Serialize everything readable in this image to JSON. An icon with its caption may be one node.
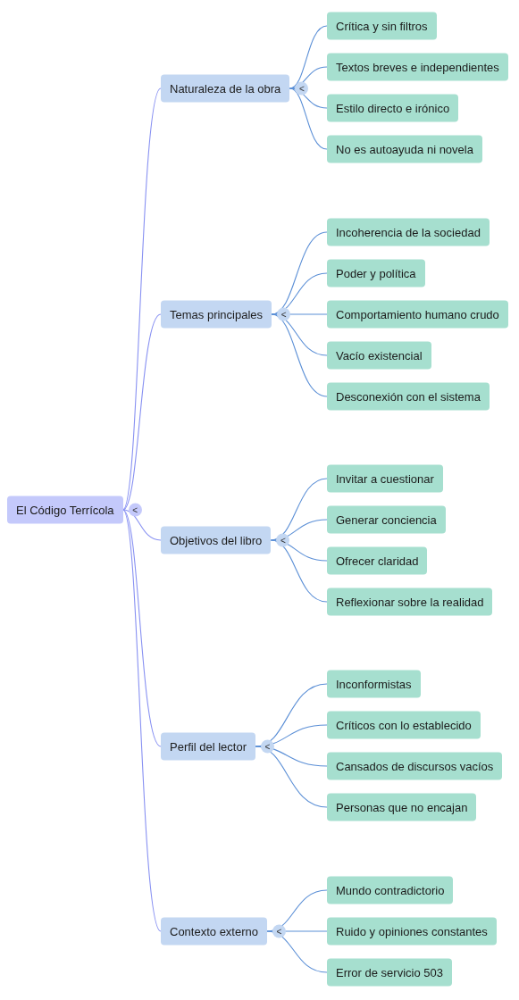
{
  "diagram": {
    "nodes": [
      {
        "text": [
          "El Código Terrícola"
        ],
        "beside": [
          "<"
        ]
      },
      {
        "text": [
          "Naturaleza de la obra"
        ],
        "beside": [
          "<"
        ]
      },
      {
        "text": [
          "Crítica y sin filtros"
        ]
      },
      {
        "text": [
          "Textos breves e independientes"
        ]
      },
      {
        "text": [
          "Estilo directo e irónico"
        ]
      },
      {
        "text": [
          "No es autoayuda ni novela"
        ]
      },
      {
        "text": [
          "Temas principales"
        ],
        "beside": [
          "<"
        ]
      },
      {
        "text": [
          "Incoherencia de la sociedad"
        ]
      },
      {
        "text": [
          "Poder y política"
        ]
      },
      {
        "text": [
          "Comportamiento humano crudo"
        ]
      },
      {
        "text": [
          "Vacío existencial"
        ]
      },
      {
        "text": [
          "Desconexión con el sistema"
        ]
      },
      {
        "text": [
          "Objetivos del libro"
        ],
        "beside": [
          "<"
        ]
      },
      {
        "text": [
          "Invitar a cuestionar"
        ]
      },
      {
        "text": [
          "Generar conciencia"
        ]
      },
      {
        "text": [
          "Ofrecer claridad"
        ]
      },
      {
        "text": [
          "Reflexionar sobre la realidad"
        ]
      },
      {
        "text": [
          "Perfil del lector"
        ],
        "beside": [
          "<"
        ]
      },
      {
        "text": [
          "Inconformistas"
        ]
      },
      {
        "text": [
          "Críticos con lo establecido"
        ]
      },
      {
        "text": [
          "Cansados de discursos vacíos"
        ]
      },
      {
        "text": [
          "Personas que no encajan"
        ]
      },
      {
        "text": [
          "Contexto externo"
        ],
        "beside": [
          "<"
        ]
      },
      {
        "text": [
          "Mundo contradictorio"
        ]
      },
      {
        "text": [
          "Ruido y opiniones constantes"
        ]
      },
      {
        "text": [
          "Error de servicio 503"
        ]
      }
    ],
    "edges": [
      {
        "from": 0,
        "to": 1,
        "arrow": "none",
        "color": "#8891f2"
      },
      {
        "from": 0,
        "to": 6,
        "arrow": "none",
        "color": "#8891f2"
      },
      {
        "from": 0,
        "to": 12,
        "arrow": "none",
        "color": "#8891f2"
      },
      {
        "from": 0,
        "to": 17,
        "arrow": "none",
        "color": "#8891f2"
      },
      {
        "from": 0,
        "to": 22,
        "arrow": "none",
        "color": "#8891f2"
      },
      {
        "from": 1,
        "to": 2,
        "arrow": "none"
      },
      {
        "from": 1,
        "to": 3,
        "arrow": "none"
      },
      {
        "from": 1,
        "to": 4,
        "arrow": "none"
      },
      {
        "from": 1,
        "to": 5,
        "arrow": "none"
      },
      {
        "from": 6,
        "to": 7,
        "arrow": "none"
      },
      {
        "from": 6,
        "to": 8,
        "arrow": "none"
      },
      {
        "from": 6,
        "to": 9,
        "arrow": "none"
      },
      {
        "from": 6,
        "to": 10,
        "arrow": "none"
      },
      {
        "from": 6,
        "to": 11,
        "arrow": "none"
      },
      {
        "from": 12,
        "to": 13,
        "arrow": "none"
      },
      {
        "from": 12,
        "to": 14,
        "arrow": "none"
      },
      {
        "from": 12,
        "to": 15,
        "arrow": "none"
      },
      {
        "from": 12,
        "to": 16,
        "arrow": "none"
      },
      {
        "from": 17,
        "to": 18,
        "arrow": "none"
      },
      {
        "from": 17,
        "to": 19,
        "arrow": "none"
      },
      {
        "from": 17,
        "to": 20,
        "arrow": "none"
      },
      {
        "from": 17,
        "to": 21,
        "arrow": "none"
      },
      {
        "from": 22,
        "to": 23,
        "arrow": "none"
      },
      {
        "from": 22,
        "to": 24,
        "arrow": "none"
      },
      {
        "from": 22,
        "to": 25,
        "arrow": "none"
      }
    ]
  }
}
